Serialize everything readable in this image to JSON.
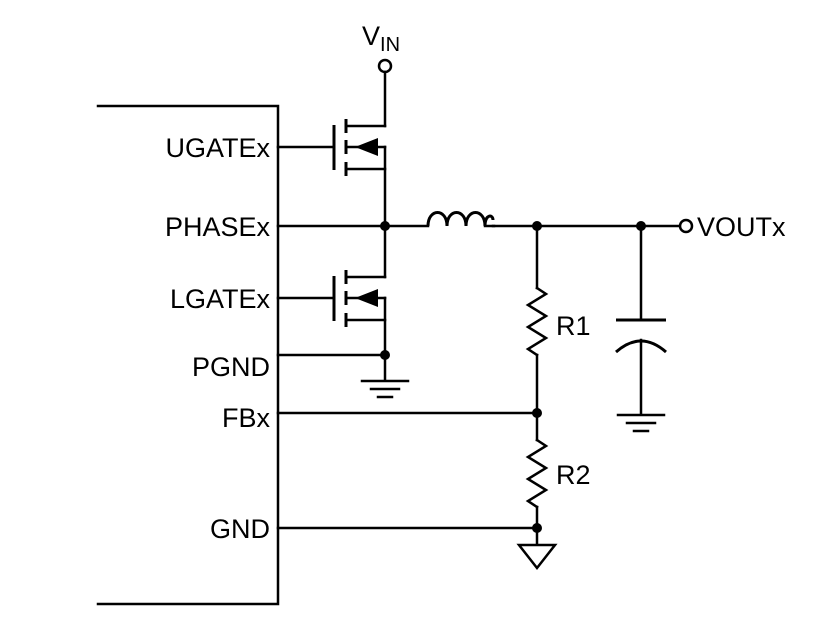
{
  "pins": {
    "ugate": "UGATEx",
    "phase": "PHASEx",
    "lgate": "LGATEx",
    "pgnd": "PGND",
    "fb": "FBx",
    "gnd": "GND"
  },
  "supply": {
    "main": "V",
    "sub": "IN"
  },
  "output": "VOUTx",
  "resistors": {
    "r1": "R1",
    "r2": "R2"
  },
  "icons": [
    "mosfet-icon",
    "inductor-icon",
    "resistor-icon",
    "capacitor-icon",
    "ground-icon"
  ]
}
